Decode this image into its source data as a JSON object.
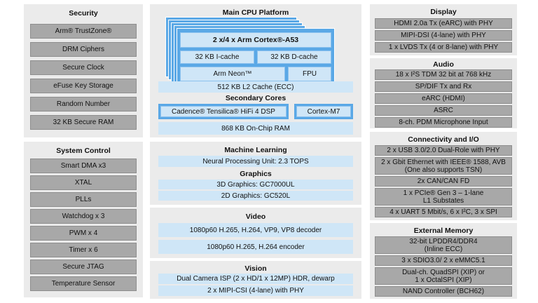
{
  "security": {
    "title": "Security",
    "items": [
      "Arm® TrustZone®",
      "DRM Ciphers",
      "Secure Clock",
      "eFuse Key Storage",
      "Random Number",
      "32 KB Secure RAM"
    ]
  },
  "system_control": {
    "title": "System Control",
    "items": [
      "Smart DMA x3",
      "XTAL",
      "PLLs",
      "Watchdog x 3",
      "PWM x 4",
      "Timer x 6",
      "Secure JTAG",
      "Temperature Sensor"
    ]
  },
  "cpu": {
    "title": "Main CPU Platform",
    "core": "2 x/4 x Arm Cortex®-A53",
    "icache": "32 KB I-cache",
    "dcache": "32 KB D-cache",
    "neon": "Arm Neon™",
    "fpu": "FPU",
    "l2": "512 KB L2 Cache (ECC)",
    "secondary_title": "Secondary Cores",
    "dsp": "Cadence® Tensilica® HiFi 4 DSP",
    "m7": "Cortex-M7",
    "ram": "868 KB On-Chip RAM"
  },
  "ml": {
    "title": "Machine Learning",
    "npu": "Neural Processing Unit: 2.3 TOPS",
    "graphics_title": "Graphics",
    "gfx3d": "3D Graphics: GC7000UL",
    "gfx2d": "2D Graphics: GC520L"
  },
  "video": {
    "title": "Video",
    "decoder": "1080p60 H.265, H.264, VP9, VP8 decoder",
    "encoder": "1080p60 H.265, H.264 encoder"
  },
  "vision": {
    "title": "Vision",
    "isp": "Dual Camera ISP (2 x HD/1 x 12MP) HDR, dewarp",
    "csi": "2 x MIPI-CSI (4-lane) with PHY"
  },
  "display": {
    "title": "Display",
    "items": [
      "HDMI 2.0a Tx (eARC) with PHY",
      "MIPI-DSI (4-lane) with PHY",
      "1 x LVDS Tx (4 or 8-lane) with PHY"
    ]
  },
  "audio": {
    "title": "Audio",
    "items": [
      "18 x I²S TDM 32 bit at 768 kHz",
      "SP/DIF Tx and Rx",
      "eARC (HDMI)",
      "ASRC",
      "8-ch. PDM Microphone Input"
    ]
  },
  "connectivity": {
    "title": "Connectivity and I/O",
    "items": [
      "2 x USB 3.0/2.0 Dual-Role with PHY",
      "2 x Gbit Ethernet with IEEE® 1588, AVB\n(One also supports TSN)",
      "2x CAN/CAN FD",
      "1 x PCIe® Gen 3 – 1-lane\nL1 Substates",
      "4 x UART 5 Mbit/s, 6 x I²C, 3 x SPI"
    ]
  },
  "memory": {
    "title": "External Memory",
    "items": [
      "32-bit LPDDR4/DDR4\n(Inline ECC)",
      "3 x SDIO3.0/ 2 x eMMC5.1",
      "Dual-ch. QuadSPI (XIP) or\n1 x OctalSPI (XIP)",
      "NAND Controller (BCH62)"
    ]
  },
  "colors": {
    "panel_bg": "#ebebeb",
    "grey_box": "#a8a8a8",
    "blue_dark": "#5aa8e6",
    "blue_light": "#cfe6f7"
  }
}
